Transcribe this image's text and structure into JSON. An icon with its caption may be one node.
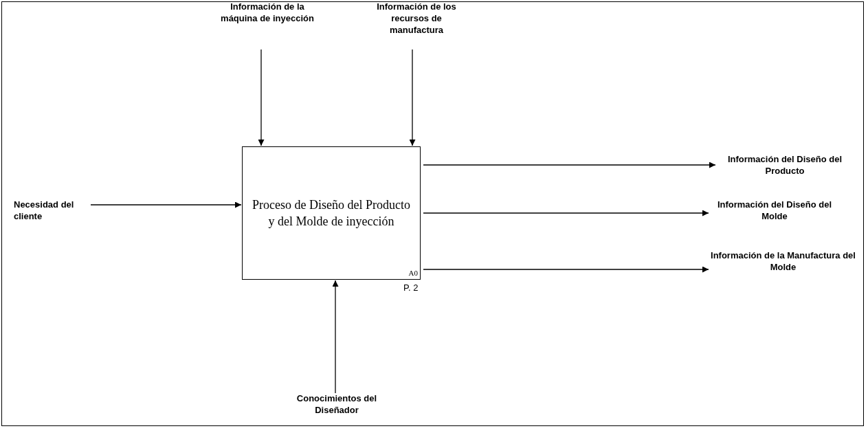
{
  "diagram": {
    "nodes": [
      {
        "text": [
          "Proceso de Diseño del Producto y del Molde de inyección",
          "A0"
        ],
        "beside": [
          "P. 2"
        ]
      },
      {
        "text": [
          "Necesidad del cliente"
        ]
      },
      {
        "text": [
          "Información de la máquina de inyección"
        ]
      },
      {
        "text": [
          "Información de los recursos de manufactura"
        ]
      },
      {
        "text": [
          "Información del Diseño del Producto"
        ]
      },
      {
        "text": [
          "Información del Diseño del Molde"
        ]
      },
      {
        "text": [
          "Información de la Manufactura del Molde"
        ]
      },
      {
        "text": [
          "Conocimientos del Diseñador"
        ]
      }
    ],
    "edges": [
      {
        "from": 1,
        "to": 0,
        "arrow": "to"
      },
      {
        "from": 2,
        "to": 0,
        "arrow": "to"
      },
      {
        "from": 3,
        "to": 0,
        "arrow": "to"
      },
      {
        "from": 7,
        "to": 0,
        "arrow": "to"
      },
      {
        "from": 0,
        "to": 4,
        "arrow": "to"
      },
      {
        "from": 0,
        "to": 5,
        "arrow": "to"
      },
      {
        "from": 0,
        "to": 6,
        "arrow": "to"
      }
    ]
  }
}
